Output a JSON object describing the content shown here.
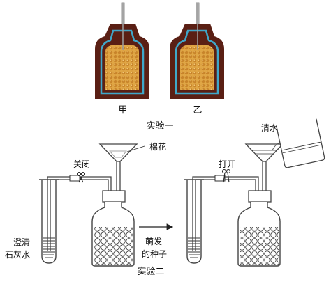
{
  "experiment1": {
    "flask_a_label": "甲",
    "flask_b_label": "乙",
    "caption": "实验一"
  },
  "experiment2": {
    "cotton_label": "棉花",
    "clamp_closed_label": "关闭",
    "limewater_label_line1": "澄清",
    "limewater_label_line2": "石灰水",
    "seeds_label_line1": "萌发",
    "seeds_label_line2": "的种子",
    "clamp_open_label": "打开",
    "water_label": "清水",
    "caption": "实验二"
  },
  "colors": {
    "flask_body": "#5a1f14",
    "flask_inner_line": "#3fa7c9",
    "seeds": "#d79a3a",
    "glass": "#555555",
    "liquid": "#222222"
  },
  "icons": [
    "thermometer-icon",
    "seed-icon",
    "clamp-icon",
    "funnel-icon",
    "beaker-icon",
    "arrow-right-icon"
  ]
}
